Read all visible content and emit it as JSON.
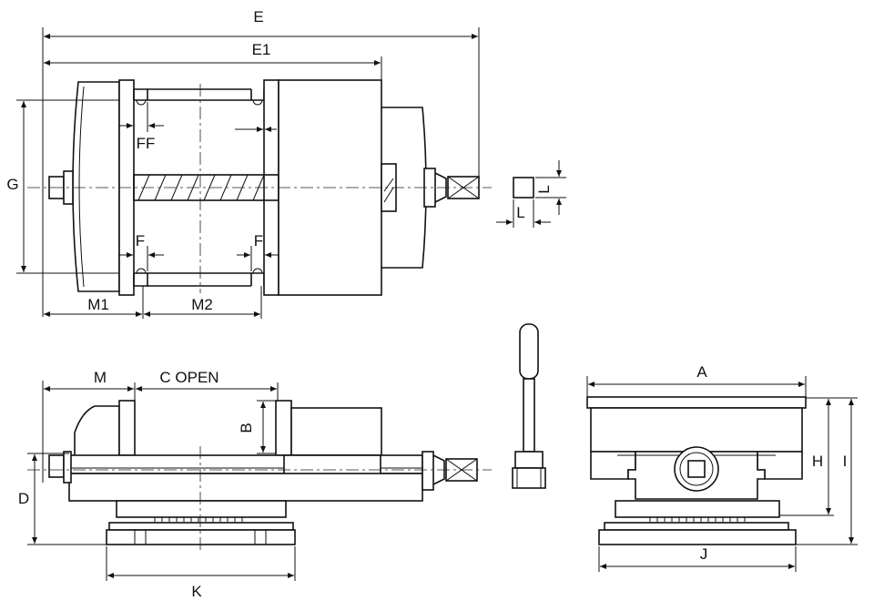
{
  "labels": {
    "E": "E",
    "E1": "E1",
    "G": "G",
    "FF": "FF",
    "F_left": "F",
    "F_right": "F",
    "L_h": "L",
    "L_v": "L",
    "M1": "M1",
    "M2": "M2",
    "M": "M",
    "C_open": "C OPEN",
    "B": "B",
    "D": "D",
    "K": "K",
    "A": "A",
    "H": "H",
    "I": "I",
    "J": "J"
  }
}
